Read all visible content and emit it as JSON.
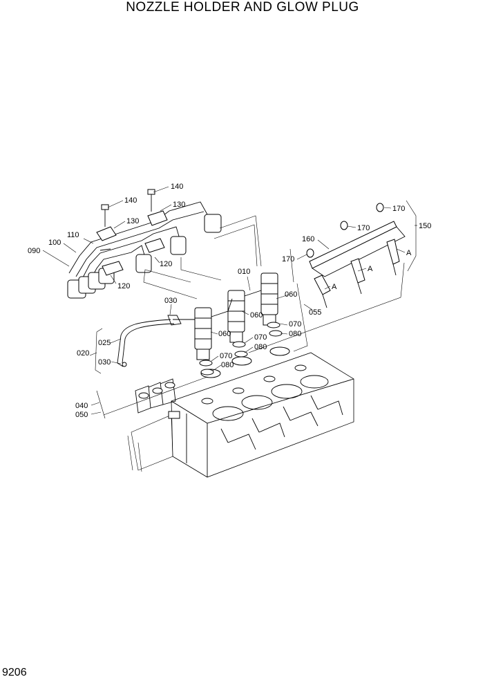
{
  "title": "NOZZLE HOLDER AND GLOW PLUG",
  "page_number": "9206",
  "labels": [
    {
      "id": "140a",
      "text": "140"
    },
    {
      "id": "140b",
      "text": "140"
    },
    {
      "id": "130a",
      "text": "130"
    },
    {
      "id": "130b",
      "text": "130"
    },
    {
      "id": "110",
      "text": "110"
    },
    {
      "id": "100",
      "text": "100"
    },
    {
      "id": "090",
      "text": "090"
    },
    {
      "id": "120a",
      "text": "120"
    },
    {
      "id": "120b",
      "text": "120"
    },
    {
      "id": "030a",
      "text": "030"
    },
    {
      "id": "010",
      "text": "010"
    },
    {
      "id": "060a",
      "text": "060"
    },
    {
      "id": "060b",
      "text": "060"
    },
    {
      "id": "060c",
      "text": "060"
    },
    {
      "id": "055",
      "text": "055"
    },
    {
      "id": "070a",
      "text": "070"
    },
    {
      "id": "080a",
      "text": "080"
    },
    {
      "id": "070b",
      "text": "070"
    },
    {
      "id": "080b",
      "text": "080"
    },
    {
      "id": "070c",
      "text": "070"
    },
    {
      "id": "080c",
      "text": "080"
    },
    {
      "id": "025",
      "text": "025"
    },
    {
      "id": "020",
      "text": "020"
    },
    {
      "id": "030b",
      "text": "030"
    },
    {
      "id": "040",
      "text": "040"
    },
    {
      "id": "050",
      "text": "050"
    },
    {
      "id": "170a",
      "text": "170"
    },
    {
      "id": "170b",
      "text": "170"
    },
    {
      "id": "170c",
      "text": "170"
    },
    {
      "id": "150",
      "text": "150"
    },
    {
      "id": "160",
      "text": "160"
    },
    {
      "id": "Aa",
      "text": "A"
    },
    {
      "id": "Ab",
      "text": "A"
    },
    {
      "id": "Ac",
      "text": "A"
    }
  ]
}
